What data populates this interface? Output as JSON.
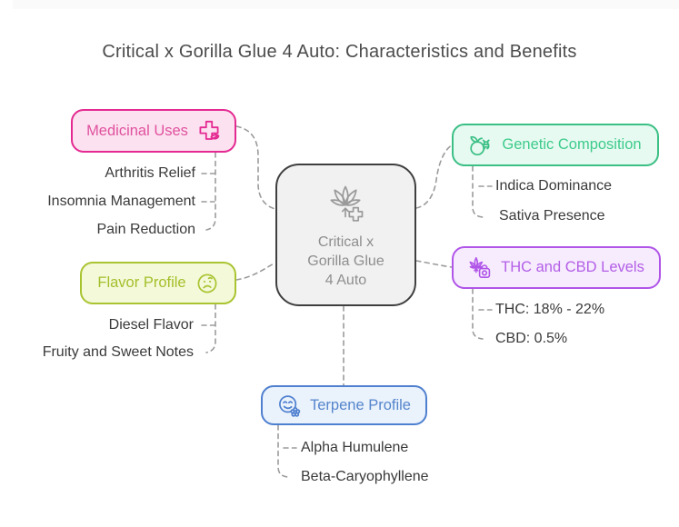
{
  "title": "Critical x Gorilla Glue 4 Auto: Characteristics and Benefits",
  "connector_color": "#9b9b9b",
  "center_node": {
    "label_lines": [
      "Critical x",
      "Gorilla Glue",
      "4 Auto"
    ],
    "icon": "cannabis-leaf-medical-cross-icon",
    "border_color": "#3f3f3f",
    "background": "#f1f1f1",
    "text_color": "#8e8e8e"
  },
  "branches": {
    "medicinal": {
      "label": "Medicinal Uses",
      "icon": "medical-cross-leaf-icon",
      "accent": "#e42a92",
      "background": "#fce2f0",
      "items": [
        "Arthritis Relief",
        "Insomnia Management",
        "Pain Reduction"
      ]
    },
    "genetic": {
      "label": "Genetic Composition",
      "icon": "fruit-dna-icon",
      "accent": "#3bbf85",
      "background": "#e6faf1",
      "items": [
        "Indica Dominance",
        "Sativa Presence"
      ]
    },
    "flavor": {
      "label": "Flavor Profile",
      "icon": "frowning-face-icon",
      "accent": "#a9c431",
      "background": "#f4f9d9",
      "items": [
        "Diesel Flavor",
        "Fruity and Sweet Notes"
      ]
    },
    "thc_cbd": {
      "label": "THC and CBD Levels",
      "icon": "cannabis-leaf-lock-icon",
      "accent": "#b055e8",
      "background": "#f7ebfe",
      "items": [
        "THC: 18% - 22%",
        "CBD: 0.5%"
      ]
    },
    "terpene": {
      "label": "Terpene Profile",
      "icon": "smiley-flower-icon",
      "accent": "#4f80cf",
      "background": "#eaf2fc",
      "items": [
        "Alpha Humulene",
        "Beta-Caryophyllene"
      ]
    }
  }
}
